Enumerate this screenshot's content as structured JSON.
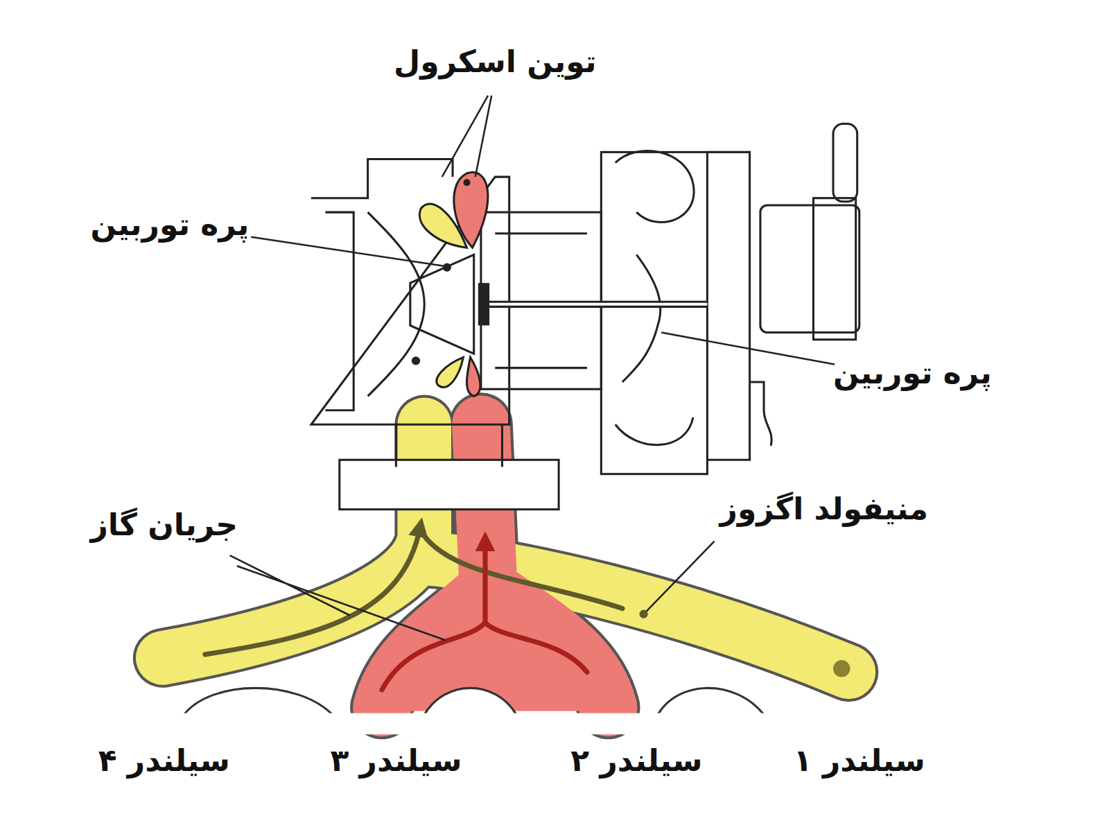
{
  "diagram": {
    "labels": [
      "توین اسکرول",
      "پره توربین",
      "پره توربین",
      "جریان گاز",
      "منیفولد اگزوز",
      "سیلندر ۴",
      "سیلندر ۳",
      "سیلندر ۲",
      "سیلندر ۱"
    ]
  }
}
